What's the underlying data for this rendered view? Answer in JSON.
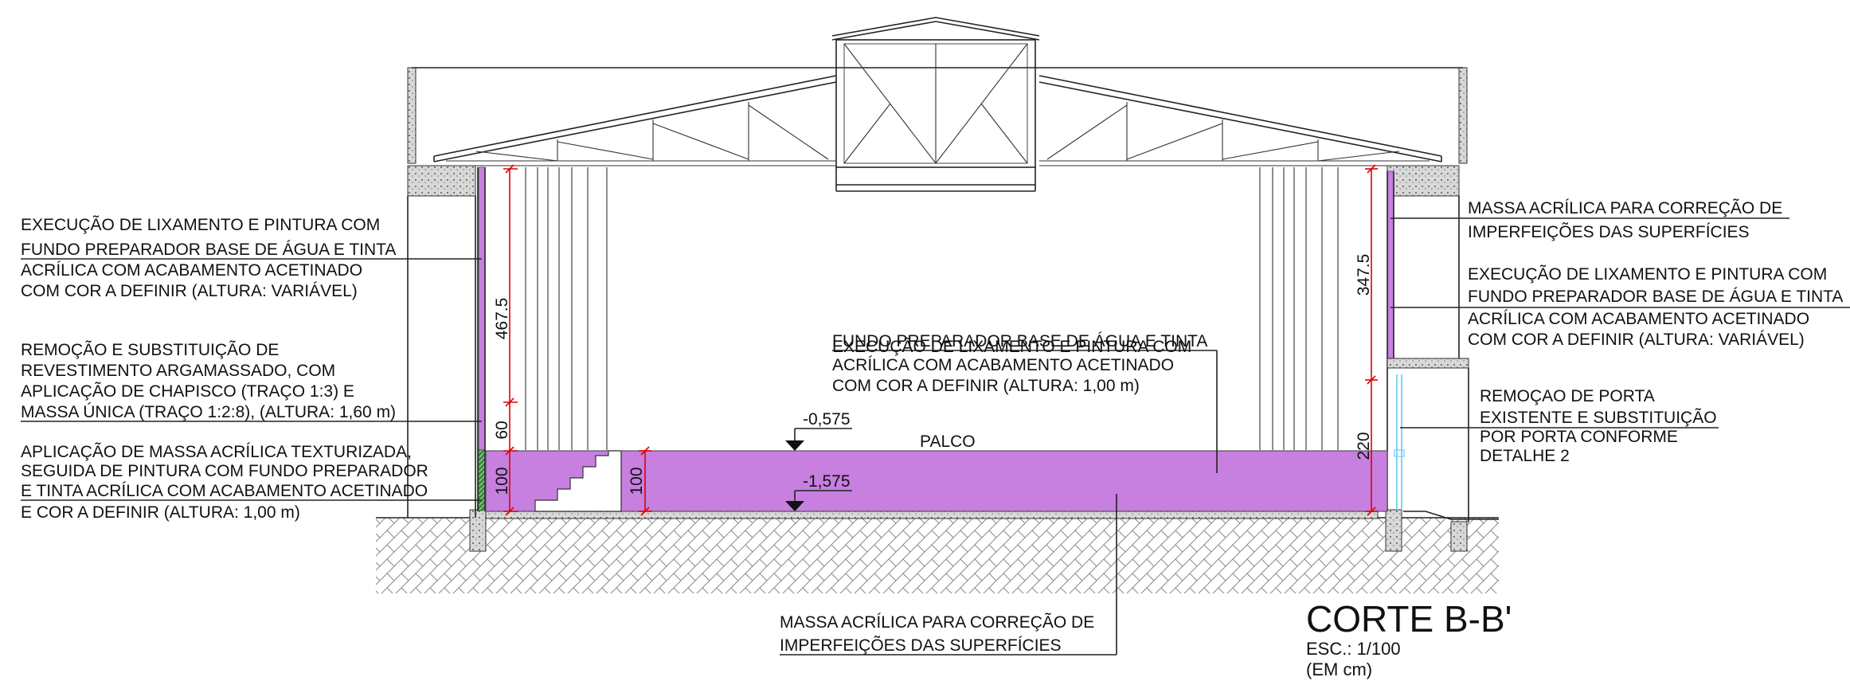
{
  "notes": {
    "left_paint": [
      "EXECUÇÃO DE LIXAMENTO E PINTURA COM",
      "FUNDO PREPARADOR BASE DE ÁGUA E TINTA",
      "ACRÍLICA COM ACABAMENTO ACETINADO",
      "COM COR A DEFINIR (ALTURA: VARIÁVEL)"
    ],
    "left_render": [
      "REMOÇÃO E SUBSTITUIÇÃO DE",
      "REVESTIMENTO ARGAMASSADO, COM",
      "APLICAÇÃO DE CHAPISCO (TRAÇO 1:3) E",
      "MASSA ÚNICA (TRAÇO 1:2:8), (ALTURA: 1,60 m)"
    ],
    "left_texture": [
      "APLICAÇÃO DE MASSA ACRÍLICA TEXTURIZADA,",
      "SEGUIDA DE PINTURA COM FUNDO PREPARADOR",
      "E TINTA ACRÍLICA COM ACABAMENTO ACETINADO",
      "E COR A DEFINIR (ALTURA: 1,00 m)"
    ],
    "center_paint": [
      "EXECUÇÃO DE LIXAMENTO E PINTURA COM",
      "FUNDO PREPARADOR BASE DE ÁGUA E TINTA",
      "ACRÍLICA COM ACABAMENTO ACETINADO",
      "COM COR A DEFINIR (ALTURA: 1,00 m)"
    ],
    "bottom_putty": [
      "MASSA ACRÍLICA PARA CORREÇÃO DE",
      "IMPERFEIÇÕES DAS SUPERFÍCIES"
    ],
    "right_putty": [
      "MASSA ACRÍLICA PARA CORREÇÃO DE",
      "IMPERFEIÇÕES DAS SUPERFÍCIES"
    ],
    "right_paint": [
      "EXECUÇÃO DE LIXAMENTO E PINTURA COM",
      "FUNDO PREPARADOR BASE DE ÁGUA E TINTA",
      "ACRÍLICA COM ACABAMENTO ACETINADO",
      "COM COR A DEFINIR (ALTURA: VARIÁVEL)"
    ],
    "right_door": [
      "REMOÇAO DE PORTA",
      "EXISTENTE E SUBSTITUIÇÃO",
      "POR PORTA CONFORME",
      "DETALHE 2"
    ]
  },
  "dimensions": {
    "left_upper": "467.5",
    "left_mid": "60",
    "left_low": "100",
    "stage": "100",
    "right_upper": "347.5",
    "right_low": "220"
  },
  "levels": {
    "stage_top": "-0,575",
    "floor": "-1,575"
  },
  "stage_label": "PALCO",
  "title": {
    "name": "CORTE B-B'",
    "scale": "ESC.: 1/100",
    "units": "(EM cm)"
  },
  "colors": {
    "paint_fill": "#c77fe0",
    "texture_fill": "#3b8a3b",
    "dimension_line": "#e00000",
    "door_glass": "#7fd6f0"
  }
}
